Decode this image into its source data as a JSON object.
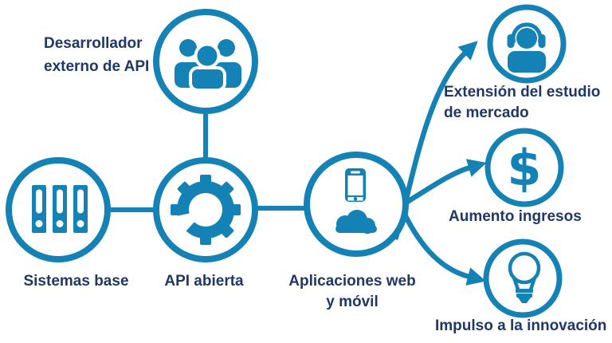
{
  "colors": {
    "accent": "#1482B4",
    "label": "#1F3864",
    "background": "#FFFFFF"
  },
  "icons": {
    "dollar_glyph": "$"
  },
  "diagram": {
    "nodes": [
      {
        "id": "desarrollador-externo-api",
        "icon": "people-group-icon",
        "label": "Desarrollador externo de API",
        "lines": [
          "Desarrollador",
          "externo de API"
        ]
      },
      {
        "id": "sistemas-base",
        "icon": "binders-icon",
        "label": "Sistemas base",
        "lines": [
          "Sistemas base"
        ]
      },
      {
        "id": "api-abierta",
        "icon": "gear-icon",
        "label": "API abierta",
        "lines": [
          "API abierta"
        ]
      },
      {
        "id": "aplicaciones-web-movil",
        "icon": "smartphone-cloud-icon",
        "label": "Aplicaciones web y móvil",
        "lines": [
          "Aplicaciones web",
          "y móvil"
        ]
      },
      {
        "id": "extension-estudio-mercado",
        "icon": "headset-person-icon",
        "label": "Extensión del estudio de mercado",
        "lines": [
          "Extensión del estudio",
          "de mercado"
        ]
      },
      {
        "id": "aumento-ingresos",
        "icon": "dollar-icon",
        "label": "Aumento ingresos",
        "lines": [
          "Aumento ingresos"
        ]
      },
      {
        "id": "impulso-innovacion",
        "icon": "lightbulb-icon",
        "label": "Impulso a la innovación",
        "lines": [
          "Impulso a la innovación"
        ]
      }
    ],
    "edges": [
      {
        "from": "desarrollador-externo-api",
        "to": "api-abierta",
        "style": "line"
      },
      {
        "from": "sistemas-base",
        "to": "api-abierta",
        "style": "line"
      },
      {
        "from": "api-abierta",
        "to": "aplicaciones-web-movil",
        "style": "line"
      },
      {
        "from": "aplicaciones-web-movil",
        "to": "extension-estudio-mercado",
        "style": "arrow"
      },
      {
        "from": "aplicaciones-web-movil",
        "to": "aumento-ingresos",
        "style": "arrow"
      },
      {
        "from": "aplicaciones-web-movil",
        "to": "impulso-innovacion",
        "style": "arrow"
      }
    ]
  }
}
